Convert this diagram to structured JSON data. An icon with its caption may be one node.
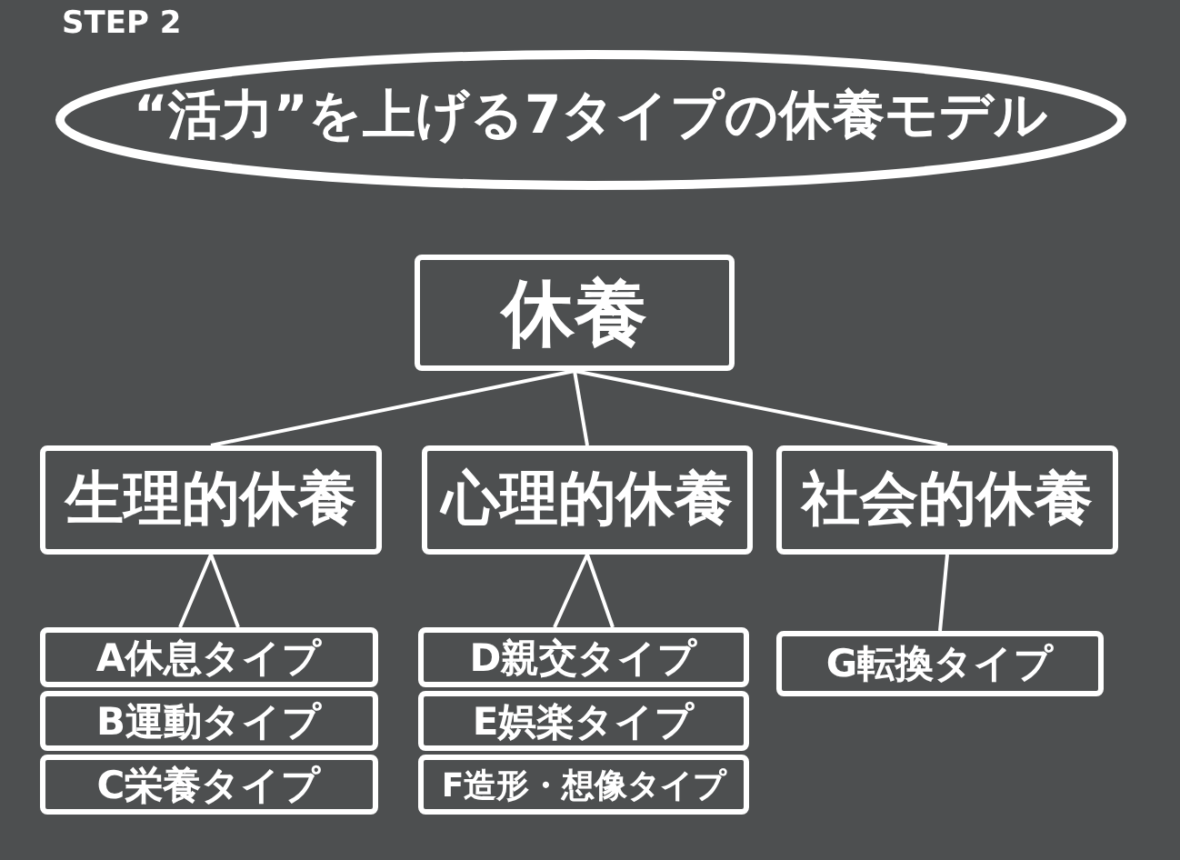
{
  "diagram": {
    "title": "“活力”を上げる7タイプの休養モデル",
    "nodes": [
      {
        "text": [
          "休養"
        ]
      },
      {
        "text": [
          "生理的休養"
        ]
      },
      {
        "text": [
          "心理的休養"
        ]
      },
      {
        "text": [
          "社会的休養"
        ]
      },
      {
        "text": [
          "A休息タイプ"
        ]
      },
      {
        "text": [
          "B運動タイプ"
        ]
      },
      {
        "text": [
          "C栄養タイプ"
        ]
      },
      {
        "text": [
          "D親交タイプ"
        ]
      },
      {
        "text": [
          "E娯楽タイプ"
        ]
      },
      {
        "text": [
          "F造形・想像タイプ"
        ]
      },
      {
        "text": [
          "G転換タイプ"
        ]
      }
    ],
    "edges": [
      {
        "from": 0,
        "to": 1,
        "arrow": "none"
      },
      {
        "from": 0,
        "to": 2,
        "arrow": "none"
      },
      {
        "from": 0,
        "to": 3,
        "arrow": "none"
      },
      {
        "from": 1,
        "to": 4,
        "arrow": "none"
      },
      {
        "from": 2,
        "to": 7,
        "arrow": "none"
      },
      {
        "from": 3,
        "to": 10,
        "arrow": "none"
      }
    ],
    "labels": [
      "STEP 2"
    ]
  }
}
